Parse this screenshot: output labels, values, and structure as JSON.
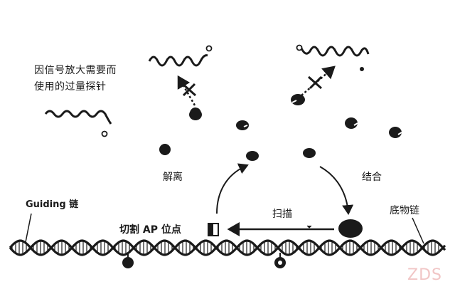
{
  "labels": {
    "excess_probe_line1": "因信号放大需要而",
    "excess_probe_line2": "使用的过量探针",
    "dissociate": "解离",
    "bind": "结合",
    "guiding_strand": "Guiding 链",
    "substrate_strand": "底物链",
    "scan": "扫描",
    "cut_ap_site": "切割 AP 位点"
  },
  "watermark": "ZDS",
  "colors": {
    "ink": "#1a1a1a",
    "watermark": "#f1c6c6",
    "background": "#ffffff"
  },
  "icons": [
    "probe-squiggle",
    "blocked-arrow-x",
    "enzyme-blob",
    "dna-double-helix",
    "ap-site-marker",
    "cleaved-site-marker"
  ]
}
